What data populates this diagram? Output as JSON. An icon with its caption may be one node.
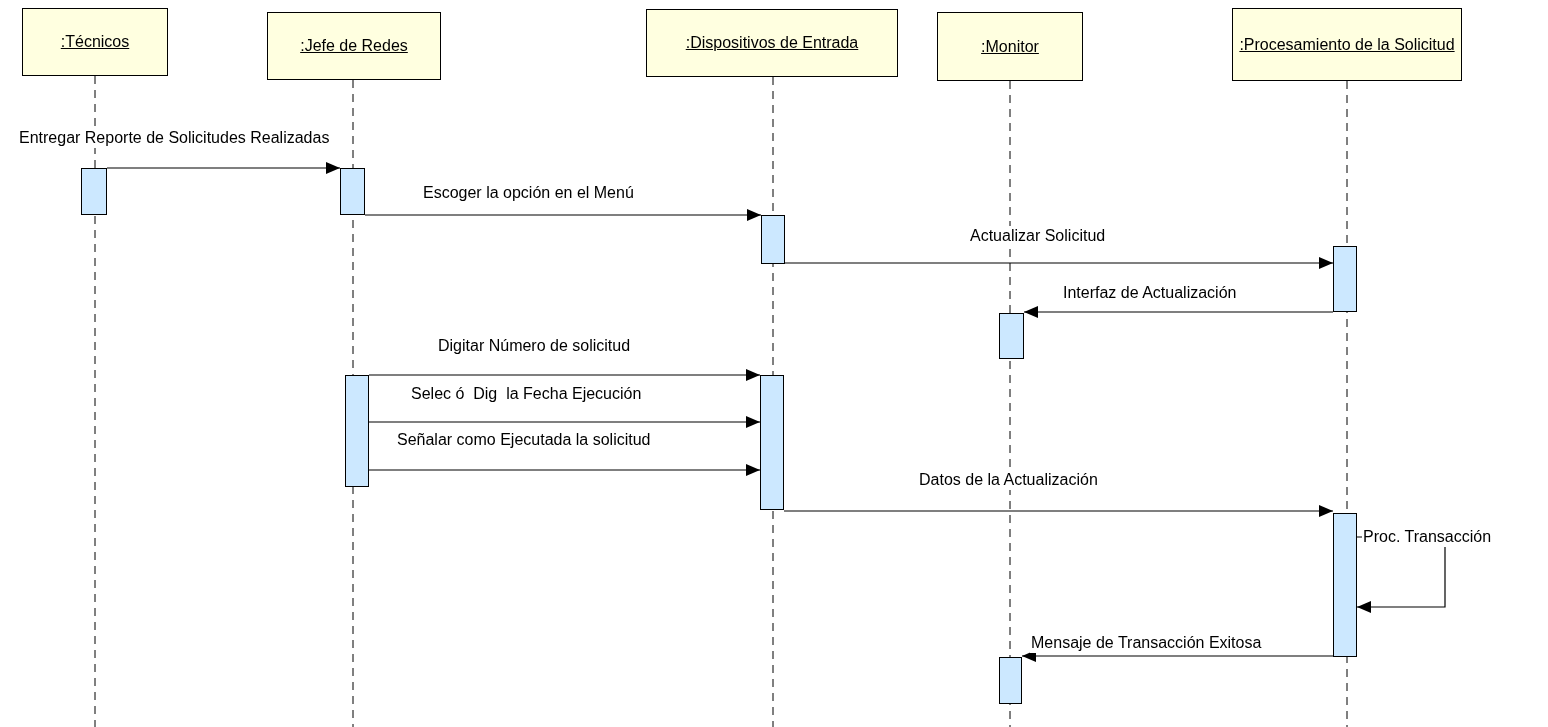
{
  "diagram": {
    "nodes": [
      {
        "text": [
          ":Técnicos"
        ]
      },
      {
        "text": [
          ":Jefe de Redes"
        ]
      },
      {
        "text": [
          ":Dispositivos de Entrada"
        ]
      },
      {
        "text": [
          ":Monitor"
        ]
      },
      {
        "text": [
          ":Procesamiento de la Solicitud"
        ]
      },
      {
        "text": [],
        "shape": "bar"
      },
      {
        "text": [],
        "shape": "bar"
      },
      {
        "text": [],
        "shape": "bar"
      },
      {
        "text": [],
        "shape": "bar"
      },
      {
        "text": [],
        "shape": "bar"
      },
      {
        "text": [],
        "shape": "bar"
      },
      {
        "text": [],
        "shape": "bar"
      },
      {
        "text": [],
        "shape": "bar"
      },
      {
        "text": [],
        "shape": "bar"
      }
    ],
    "edges": [
      {
        "from": 5,
        "to": 6,
        "arrow": "to",
        "label": "Entregar Reporte de Solicitudes Realizadas"
      },
      {
        "from": 6,
        "to": 7,
        "arrow": "to",
        "label": "Escoger la opción en el Menú"
      },
      {
        "from": 7,
        "to": 8,
        "arrow": "to",
        "label": "Actualizar Solicitud"
      },
      {
        "from": 8,
        "to": 9,
        "arrow": "to",
        "label": "Interfaz de Actualización"
      },
      {
        "from": 10,
        "to": 11,
        "arrow": "to",
        "label": "Digitar Número de solicitud"
      },
      {
        "from": 10,
        "to": 11,
        "arrow": "to",
        "label": "Selec ó  Dig  la Fecha Ejecución"
      },
      {
        "from": 10,
        "to": 11,
        "arrow": "to",
        "label": "Señalar como Ejecutada la solicitud"
      },
      {
        "from": 11,
        "to": 12,
        "arrow": "to",
        "label": "Datos de la Actualización"
      },
      {
        "from": 12,
        "to": 12,
        "arrow": "to",
        "label": "Proc. Transacción"
      },
      {
        "from": 12,
        "to": 13,
        "arrow": "to",
        "label": "Mensaje de Transacción Exitosa"
      }
    ]
  }
}
